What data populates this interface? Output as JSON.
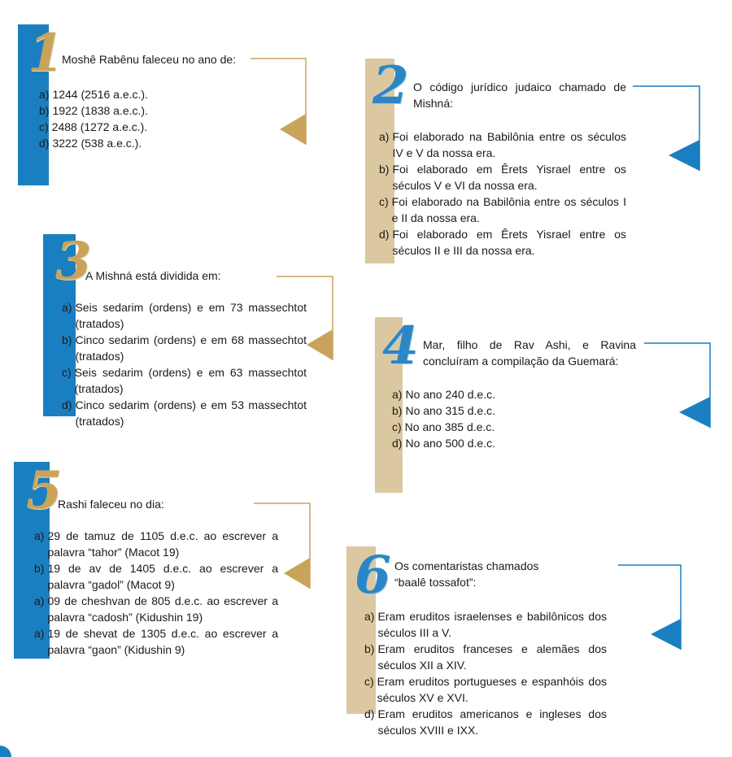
{
  "questions": [
    {
      "number": "1",
      "text": "Moshê Rabênu faleceu no ano de:",
      "options": [
        {
          "letter": "a)",
          "text": "1244 (2516 a.e.c.)."
        },
        {
          "letter": "b)",
          "text": "1922 (1838 a.e.c.)."
        },
        {
          "letter": "c)",
          "text": "2488 (1272 a.e.c.)."
        },
        {
          "letter": "d)",
          "text": "3222 (538 a.e.c.)."
        }
      ]
    },
    {
      "number": "2",
      "text": "O código jurídico judaico chamado de Mishná:",
      "options": [
        {
          "letter": "a)",
          "text": "Foi elaborado na Babilônia entre os séculos IV e V da nossa era."
        },
        {
          "letter": "b)",
          "text": "Foi elaborado em Êrets Yisrael entre os séculos V e VI da nossa era."
        },
        {
          "letter": "c)",
          "text": "Foi elaborado na Babilônia entre os séculos I e II da nossa era."
        },
        {
          "letter": "d)",
          "text": "Foi elaborado em Êrets Yisrael entre os séculos II e III da nossa era."
        }
      ]
    },
    {
      "number": "3",
      "text": "A Mishná está dividida em:",
      "options": [
        {
          "letter": "a)",
          "text": "Seis sedarim (ordens) e em 73 massechtot (tratados)"
        },
        {
          "letter": "b)",
          "text": "Cinco sedarim (ordens) e em 68 massechtot (tratados)"
        },
        {
          "letter": "c)",
          "text": "Seis sedarim (ordens) e em 63 massechtot (tratados)"
        },
        {
          "letter": "d)",
          "text": "Cinco sedarim (ordens) e em 53 massechtot (tratados)"
        }
      ]
    },
    {
      "number": "4",
      "text": "Mar, filho de Rav Ashi, e Ravina concluíram a compilação da Guemará:",
      "options": [
        {
          "letter": "a)",
          "text": "No ano 240 d.e.c."
        },
        {
          "letter": "b)",
          "text": "No ano 315 d.e.c."
        },
        {
          "letter": "c)",
          "text": "No ano 385 d.e.c."
        },
        {
          "letter": "d)",
          "text": "No ano 500 d.e.c."
        }
      ]
    },
    {
      "number": "5",
      "text": "Rashi faleceu no dia:",
      "options": [
        {
          "letter": "a)",
          "text": "29 de tamuz de 1105 d.e.c. ao escrever a palavra “tahor” (Macot 19)"
        },
        {
          "letter": "b)",
          "text": "19 de av de 1405 d.e.c. ao escrever a palavra “gadol” (Macot 9)"
        },
        {
          "letter": "a)",
          "text": "09 de cheshvan de 805 d.e.c. ao escrever a palavra “cadosh” (Kidushin 19)"
        },
        {
          "letter": "a)",
          "text": "19 de shevat de 1305 d.e.c. ao escrever a palavra “gaon” (Kidushin 9)"
        }
      ]
    },
    {
      "number": "6",
      "text": "Os comentaristas chamados “baalê tossafot”:",
      "options": [
        {
          "letter": "a)",
          "text": "Eram eruditos israelenses e babilônicos dos séculos III a V."
        },
        {
          "letter": "b)",
          "text": "Eram eruditos franceses e alemães dos séculos XII a XIV."
        },
        {
          "letter": "c)",
          "text": "Eram eruditos portugueses e espanhóis dos séculos XV e XVI."
        },
        {
          "letter": "d)",
          "text": "Eram eruditos americanos e ingleses dos séculos XVIII e IXX."
        }
      ]
    }
  ],
  "colors": {
    "blue": "#1a7fc1",
    "tan": "#dcc8a0",
    "gold": "#c9a35a",
    "text": "#1a1a1a"
  }
}
